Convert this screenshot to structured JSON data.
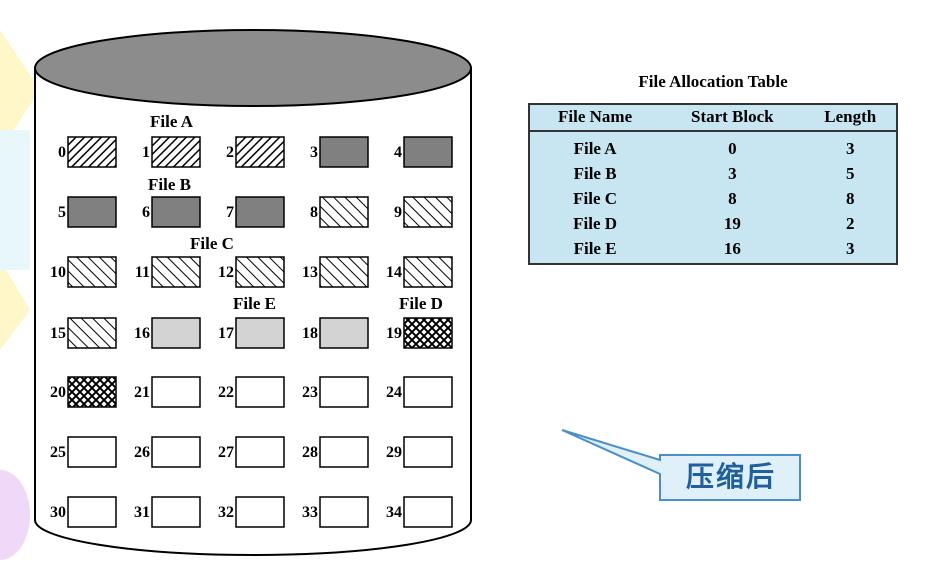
{
  "disk": {
    "blocks": [
      {
        "n": "0",
        "fill": "A"
      },
      {
        "n": "1",
        "fill": "A"
      },
      {
        "n": "2",
        "fill": "A"
      },
      {
        "n": "3",
        "fill": "B"
      },
      {
        "n": "4",
        "fill": "B"
      },
      {
        "n": "5",
        "fill": "B"
      },
      {
        "n": "6",
        "fill": "B"
      },
      {
        "n": "7",
        "fill": "B"
      },
      {
        "n": "8",
        "fill": "C"
      },
      {
        "n": "9",
        "fill": "C"
      },
      {
        "n": "10",
        "fill": "C"
      },
      {
        "n": "11",
        "fill": "C"
      },
      {
        "n": "12",
        "fill": "C"
      },
      {
        "n": "13",
        "fill": "C"
      },
      {
        "n": "14",
        "fill": "C"
      },
      {
        "n": "15",
        "fill": "C"
      },
      {
        "n": "16",
        "fill": "E"
      },
      {
        "n": "17",
        "fill": "E"
      },
      {
        "n": "18",
        "fill": "E"
      },
      {
        "n": "19",
        "fill": "D"
      },
      {
        "n": "20",
        "fill": "D"
      },
      {
        "n": "21",
        "fill": "free"
      },
      {
        "n": "22",
        "fill": "free"
      },
      {
        "n": "23",
        "fill": "free"
      },
      {
        "n": "24",
        "fill": "free"
      },
      {
        "n": "25",
        "fill": "free"
      },
      {
        "n": "26",
        "fill": "free"
      },
      {
        "n": "27",
        "fill": "free"
      },
      {
        "n": "28",
        "fill": "free"
      },
      {
        "n": "29",
        "fill": "free"
      },
      {
        "n": "30",
        "fill": "free"
      },
      {
        "n": "31",
        "fill": "free"
      },
      {
        "n": "32",
        "fill": "free"
      },
      {
        "n": "33",
        "fill": "free"
      },
      {
        "n": "34",
        "fill": "free"
      }
    ],
    "file_labels": {
      "a": "File A",
      "b": "File B",
      "c": "File C",
      "e": "File E",
      "d": "File D"
    },
    "colors": {
      "outline": "#000000",
      "top": "#8c8c8c",
      "file_b": "#808080",
      "file_e": "#d3d3d3",
      "free": "#ffffff"
    }
  },
  "fat": {
    "title": "File Allocation Table",
    "headers": [
      "File Name",
      "Start Block",
      "Length"
    ],
    "rows": [
      [
        "File A",
        "0",
        "3"
      ],
      [
        "File B",
        "3",
        "5"
      ],
      [
        "File C",
        "8",
        "8"
      ],
      [
        "File D",
        "19",
        "2"
      ],
      [
        "File E",
        "16",
        "3"
      ]
    ],
    "background": "#c8e6f2"
  },
  "callout": {
    "text": "压缩后",
    "fill": "#dff0f8",
    "border": "#4a90c8",
    "text_color": "#1f5f9f"
  }
}
